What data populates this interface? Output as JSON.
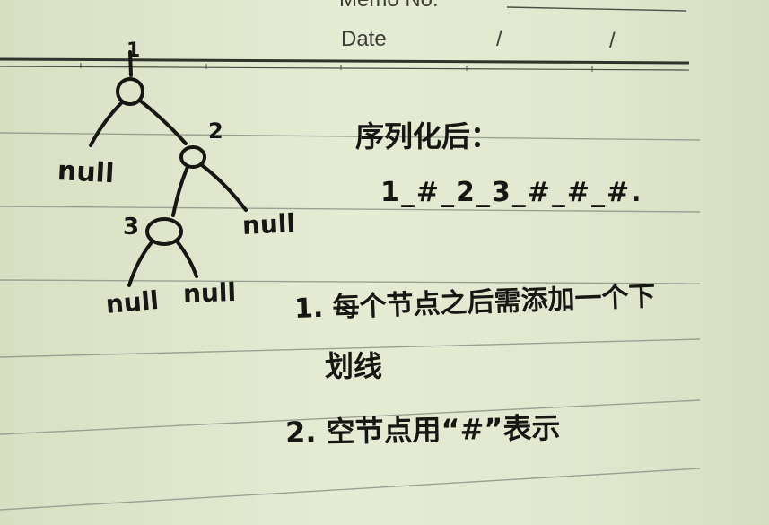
{
  "header": {
    "memo_label": "Memo No.",
    "date_label": "Date",
    "date_sep_1": "/",
    "date_sep_2": "/"
  },
  "tree": {
    "root": "1",
    "node_2": "2",
    "node_3": "3",
    "null_left_root": "null",
    "null_right_2": "null",
    "null_left_3": "null",
    "null_right_3": "null"
  },
  "notes": {
    "heading": "序列化后：",
    "sequence": "1_#_2_3_#_#_#.",
    "point_1_line_1": "1. 每个节点之后需添加一个下",
    "point_1_line_2": "划线",
    "point_2": "2. 空节点用“#”表示"
  },
  "colors": {
    "paper": "#e2e8cf",
    "ruling": "#8f9788",
    "ink": "#161613",
    "header_text": "#3d3f38"
  }
}
